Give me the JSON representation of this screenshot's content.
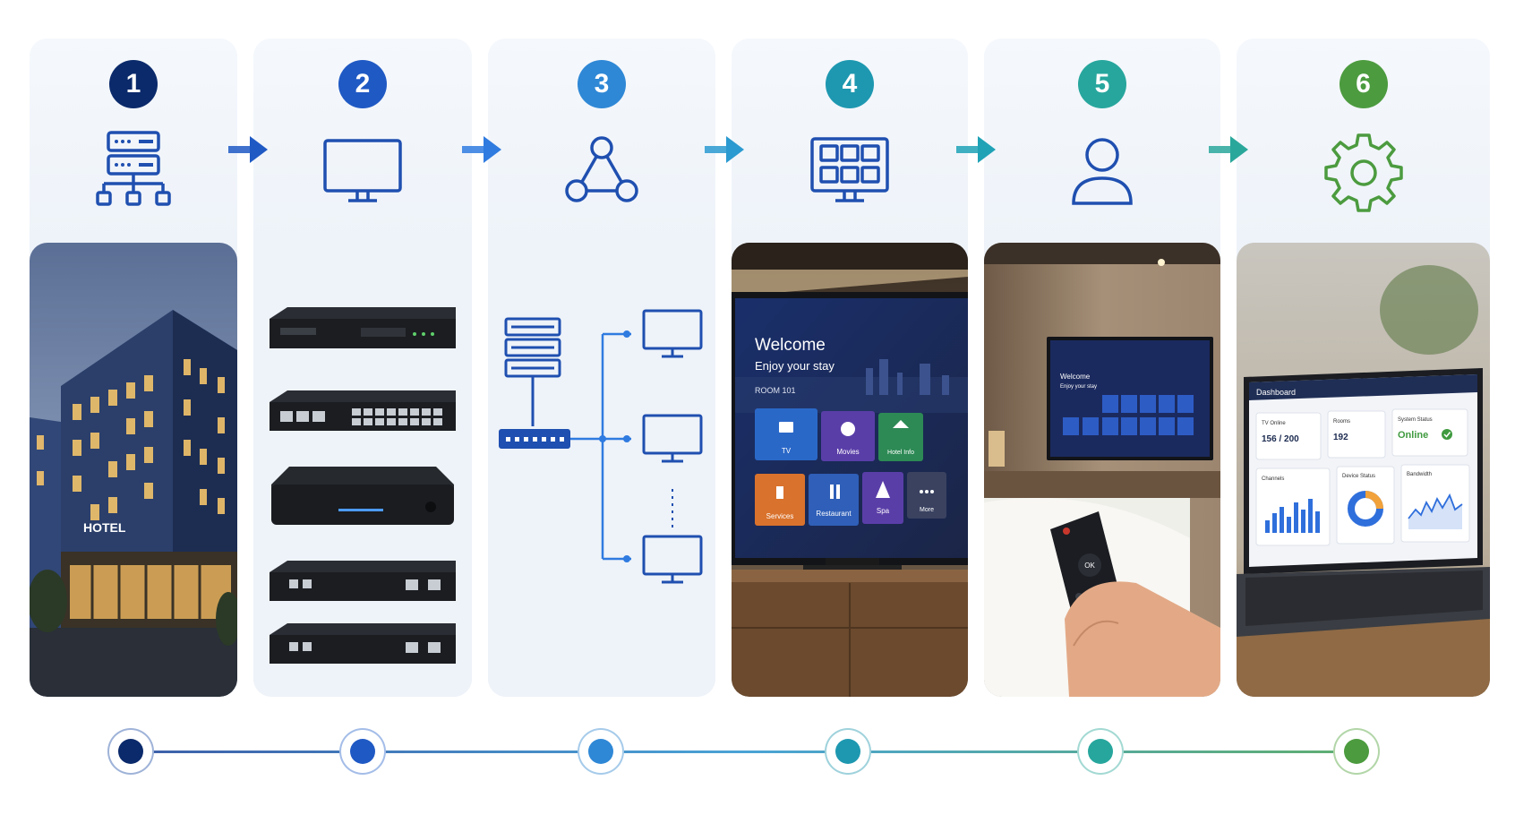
{
  "steps": [
    {
      "number": "1",
      "icon": "server-network-icon",
      "color": "#0b2a6b",
      "image": "hotel-building-photo"
    },
    {
      "number": "2",
      "icon": "monitor-icon",
      "color": "#1f59c4",
      "image": "network-hardware-photo"
    },
    {
      "number": "3",
      "icon": "network-nodes-icon",
      "color": "#2f88d6",
      "image": "distribution-diagram"
    },
    {
      "number": "4",
      "icon": "tv-grid-icon",
      "color": "#1e98b0",
      "image": "tv-welcome-screen-photo"
    },
    {
      "number": "5",
      "icon": "user-icon",
      "color": "#27a69d",
      "image": "hotel-room-remote-photo"
    },
    {
      "number": "6",
      "icon": "gear-icon",
      "color": "#4c9b3f",
      "image": "laptop-dashboard-photo"
    }
  ],
  "building": {
    "sign": "HOTEL"
  },
  "tv_screen": {
    "welcome": "Welcome",
    "subtitle": "Enjoy your stay",
    "room": "ROOM 101",
    "tiles": [
      "TV",
      "Movies",
      "Hotel Info",
      "Services",
      "Restaurant",
      "Spa",
      "More"
    ]
  },
  "room_tv": {
    "welcome": "Welcome",
    "subtitle": "Enjoy your stay",
    "remote_ok": "OK"
  },
  "dashboard": {
    "title": "Dashboard",
    "tv_online_label": "TV Online",
    "tv_online_value": "156 / 200",
    "rooms_label": "Rooms",
    "rooms_value": "192",
    "system_status_label": "System Status",
    "system_status_value": "Online",
    "channels_label": "Channels",
    "device_status_label": "Device Status",
    "bandwidth_label": "Bandwidth"
  },
  "colors": {
    "panel_bg": "#eef3f9",
    "icon_blue": "#1f4fb0",
    "icon_green": "#4c9b3f",
    "timeline_line": "#6fa0d8"
  }
}
